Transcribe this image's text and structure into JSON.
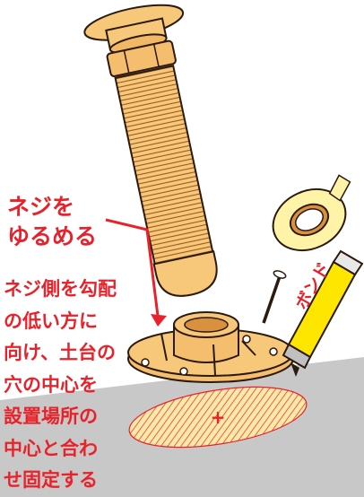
{
  "labels": {
    "loosen_screw": "ネジを\nゆるめる",
    "instructions": "ネジ側を勾配\nの低い方に\n向け、土台の\n穴の中心を\n設置場所の\n中心と合わ\nせ固定する",
    "bond_tube": "ボンド",
    "center_mark": "+"
  },
  "colors": {
    "wood": "#f7c77a",
    "outline": "#2b1a0e",
    "accent_red": "#e8222a",
    "ground_gray": "#c8c8c8",
    "bond_yellow": "#ffe600",
    "tape_yellow": "#fff3a8"
  },
  "icons": [
    "screw-pipe-icon",
    "base-stand-icon",
    "tape-roll-icon",
    "nail-icon",
    "bond-tube-icon",
    "arrow-icon"
  ]
}
